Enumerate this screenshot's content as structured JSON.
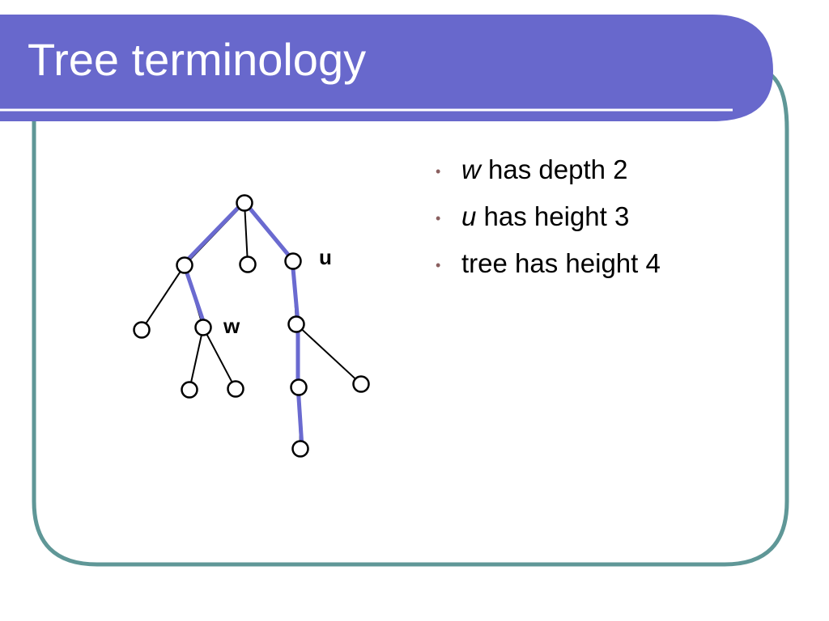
{
  "slide": {
    "title": "Tree terminology",
    "colors": {
      "header": "#6868cc",
      "border": "#5f9797",
      "path": "#6a6ad0"
    }
  },
  "bullets": [
    {
      "var": "w",
      "text": " has depth 2"
    },
    {
      "var": "u",
      "text": " has height 3"
    },
    {
      "var": "",
      "text": "tree has height 4"
    }
  ],
  "tree": {
    "labels": {
      "u": "u",
      "w": "w"
    },
    "nodes": [
      "root",
      "a",
      "b",
      "u",
      "c",
      "w",
      "d",
      "e",
      "f",
      "g",
      "h",
      "i"
    ],
    "edges": [
      [
        "root",
        "a"
      ],
      [
        "root",
        "b"
      ],
      [
        "root",
        "u"
      ],
      [
        "a",
        "c"
      ],
      [
        "a",
        "w"
      ],
      [
        "w",
        "d"
      ],
      [
        "w",
        "e"
      ],
      [
        "u",
        "f"
      ],
      [
        "f",
        "g"
      ],
      [
        "f",
        "h"
      ],
      [
        "g",
        "i"
      ]
    ],
    "highlighted_paths": [
      [
        "root",
        "a",
        "w"
      ],
      [
        "root",
        "u",
        "f",
        "g",
        "i"
      ]
    ]
  }
}
